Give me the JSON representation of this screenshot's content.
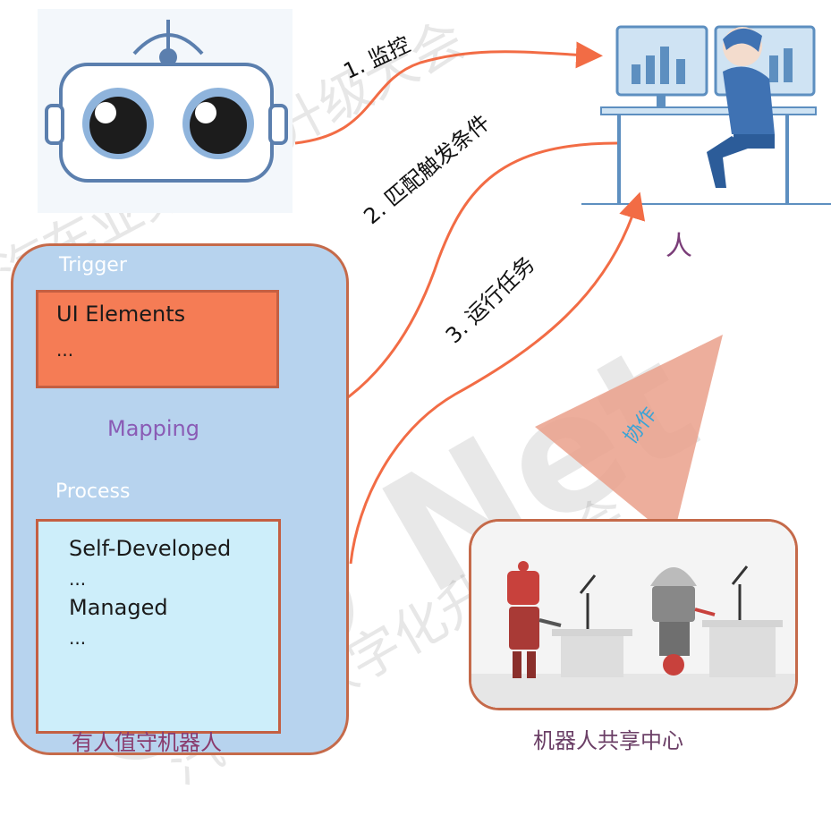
{
  "steps": {
    "step1": "1. 监控",
    "step2": "2. 匹配触发条件",
    "step3": "3. 运行任务"
  },
  "person_label": "人",
  "attended_robot": {
    "trigger_title": "Trigger",
    "trigger_items": [
      "UI Elements",
      "..."
    ],
    "mapping_label": "Mapping",
    "process_title": "Process",
    "process_items": [
      "Self-Developed",
      "...",
      "Managed",
      "..."
    ],
    "caption": "有人值守机器人"
  },
  "collaboration_label": "协作",
  "robot_hub": {
    "caption": "机器人共享中心"
  },
  "watermarks": [
    "汽车业数字化升级大会",
    "汽车业数字化升级大会",
    "CIO Net"
  ],
  "colors": {
    "arrow": "#f26c45",
    "panel_fill": "#b7d3ee",
    "panel_border": "#c56a4a",
    "trigger_fill": "#f57c55",
    "process_fill": "#cdeefa",
    "triangle": "#eaa08b"
  }
}
